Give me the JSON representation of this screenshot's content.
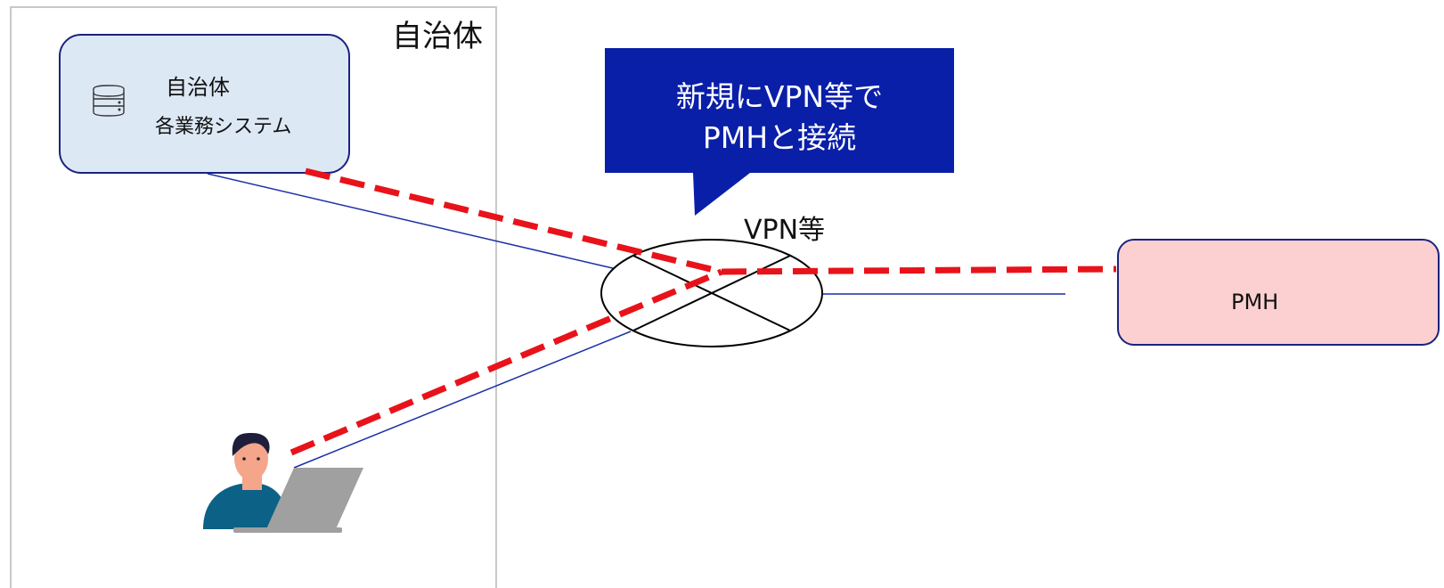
{
  "municipality_zone": {
    "label": "自治体"
  },
  "municipality_system": {
    "title": "自治体",
    "subtitle": "各業務システム",
    "icon": "database-icon",
    "fill_color": "#dde8f5",
    "border_color": "#1a237e"
  },
  "callout": {
    "line1": "新規にVPN等で",
    "line2": "PMHと接続",
    "fill_color": "#0a1fa8",
    "text_color": "#ffffff"
  },
  "vpn_node": {
    "label": "VPN等"
  },
  "pmh_node": {
    "label": "PMH",
    "fill_color": "#fcd0d0",
    "border_color": "#1a237e"
  },
  "user": {
    "icon": "user-with-laptop-icon",
    "hair_color": "#1e1e3c",
    "skin_color": "#f4a58a",
    "shirt_color": "#0b6186",
    "laptop_color": "#a0a0a0"
  },
  "connections": {
    "link_color": "#1a2fa8",
    "highlight_color": "#e8131a"
  }
}
